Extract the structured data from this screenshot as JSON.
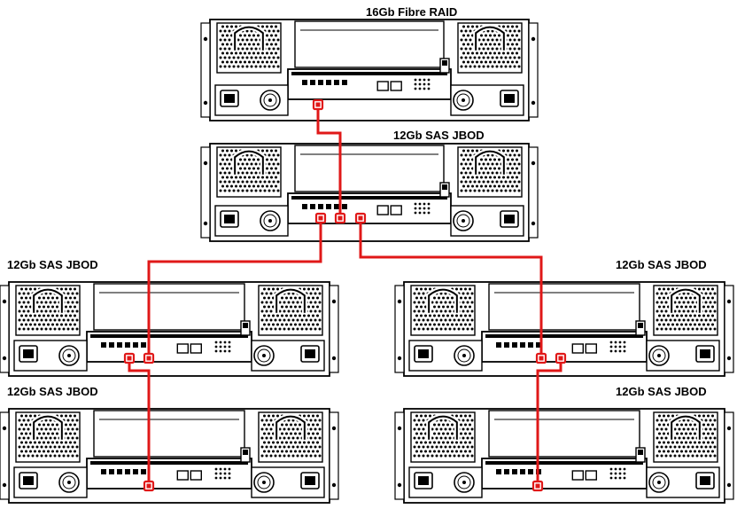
{
  "labels": {
    "top": "16Gb Fibre RAID",
    "second": "12Gb SAS JBOD",
    "left_mid": "12Gb SAS JBOD",
    "right_mid": "12Gb SAS JBOD",
    "left_bottom": "12Gb SAS JBOD",
    "right_bottom": "12Gb SAS JBOD"
  },
  "colors": {
    "cable": "#e01818",
    "chassis_line": "#000000",
    "background": "#ffffff"
  },
  "units": [
    {
      "id": "raid",
      "type": "fibre-raid"
    },
    {
      "id": "jbod-2",
      "type": "sas-jbod"
    },
    {
      "id": "jbod-left-3",
      "type": "sas-jbod"
    },
    {
      "id": "jbod-right-3",
      "type": "sas-jbod"
    },
    {
      "id": "jbod-left-4",
      "type": "sas-jbod"
    },
    {
      "id": "jbod-right-4",
      "type": "sas-jbod"
    }
  ],
  "connections": [
    {
      "from": "raid",
      "to": "jbod-2"
    },
    {
      "from": "jbod-2",
      "to": "jbod-left-3"
    },
    {
      "from": "jbod-2",
      "to": "jbod-right-3"
    },
    {
      "from": "jbod-left-3",
      "to": "jbod-left-4"
    },
    {
      "from": "jbod-right-3",
      "to": "jbod-right-4"
    }
  ]
}
